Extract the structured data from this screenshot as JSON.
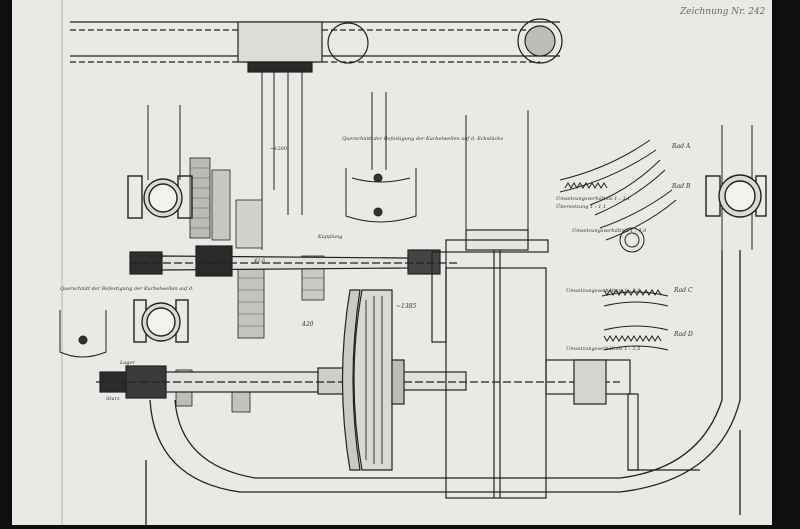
{
  "sheet": {
    "sheet_number": "Zeichnung Nr. 242"
  },
  "labels": {
    "detail_upper": "Querschnitt der Befestigung der Kurbelwellen auf d. Eckstücke",
    "detail_left": "Querschnitt der Befestigung der Kurbelwellen auf d.",
    "gear_table_1": "Umsetzungsverhältnis 1 : 3,1",
    "gear_table_1b": "Übersetzung 1 : 1,1",
    "gear_table_2": "Umsetzungsverhältnis 1 : 4,0",
    "gear_table_3": "Umsetzungsverhältnis 1 : 2,9",
    "gear_table_4": "Umsetzungsverhältnis 1 : 2,5",
    "rad_a": "Rad A",
    "rad_b": "Rad B",
    "rad_c": "Rad C",
    "rad_d": "Rad D",
    "dim_1": "~1200",
    "dim_2": "42,6",
    "dim_3": "420",
    "dim_4": "~1385",
    "note_coupling": "Kupplung",
    "note_bearing": "Lager",
    "note_left": "Sturz"
  },
  "colors": {
    "paper": "#e9e9e6",
    "ink": "#1c1c1c",
    "frame": "#0f0f0f"
  }
}
